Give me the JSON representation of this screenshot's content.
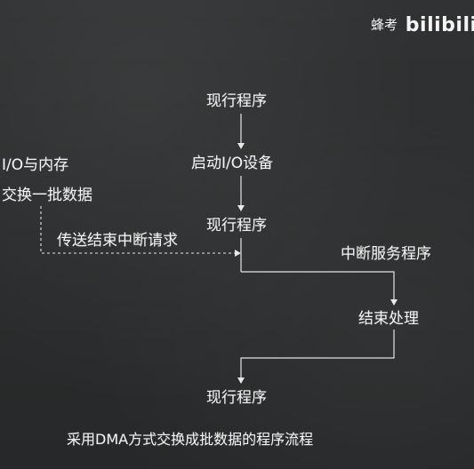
{
  "watermark": {
    "text": "蜂考",
    "logo": "bilibili"
  },
  "flow": {
    "main_top": "现行程序",
    "start_io": "启动I/O设备",
    "main_mid": "现行程序",
    "isr": "中断服务程序",
    "end_proc": "结束处理",
    "main_bottom": "现行程序"
  },
  "io_side": {
    "line1": "I/O与内存",
    "line2": "交换一批数据",
    "interrupt_request": "传送结束中断请求"
  },
  "caption": "采用DMA方式交换成批数据的程序流程"
}
